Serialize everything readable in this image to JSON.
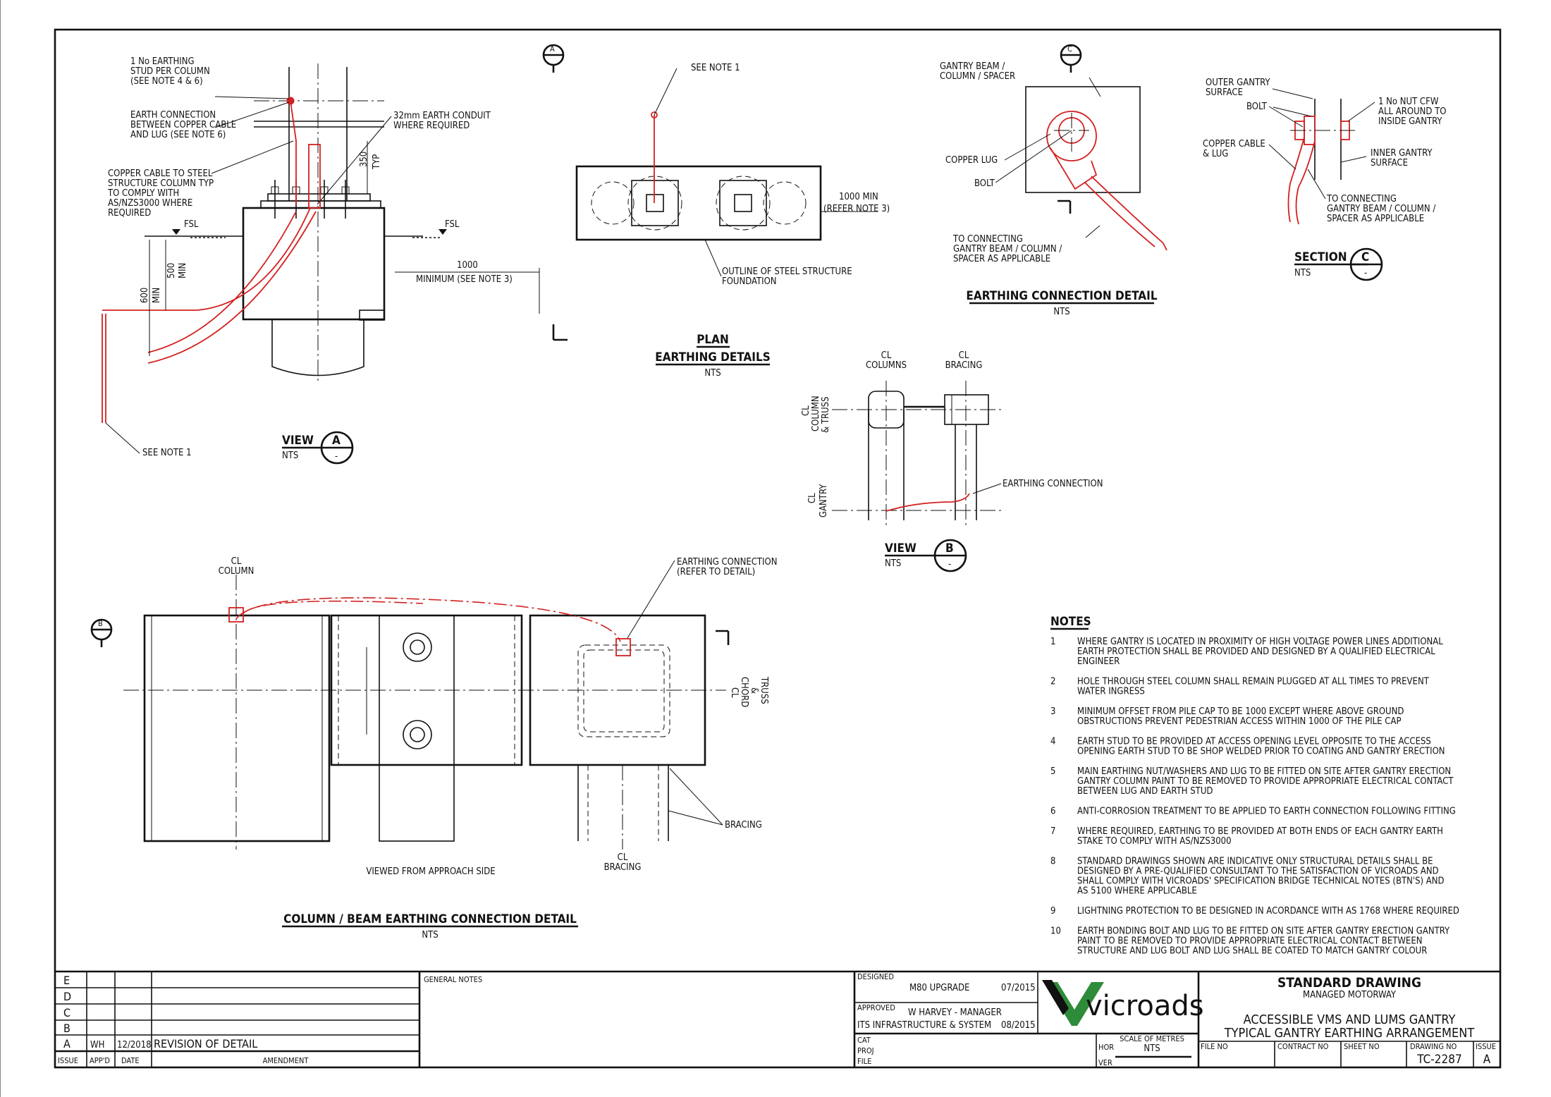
{
  "views": {
    "view_a": {
      "title": "VIEW",
      "mark": "A",
      "scale": "NTS",
      "callouts": [
        "1 No EARTHING",
        "STUD PER COLUMN",
        "(SEE NOTE 4 & 6)",
        "EARTH CONNECTION",
        "BETWEEN COPPER CABLE",
        "AND LUG (SEE NOTE 6)",
        "COPPER CABLE TO STEEL",
        "STRUCTURE COLUMN TYP",
        "TO COMPLY WITH",
        "AS/NZS3000 WHERE",
        "REQUIRED",
        "32mm EARTH CONDUIT",
        "WHERE REQUIRED",
        "SEE NOTE 1"
      ],
      "dims": {
        "d350": "350",
        "typ": "TYP",
        "fsl": "FSL",
        "d500": "500",
        "min": "MIN",
        "d600": "600",
        "d1000": "1000",
        "min_note": "MINIMUM (SEE NOTE 3)"
      }
    },
    "plan": {
      "title": "PLAN",
      "subtitle": "EARTHING DETAILS",
      "scale": "NTS",
      "see_note": "SEE NOTE 1",
      "dim1": "1000 MIN",
      "dim2": "(REFER NOTE 3)",
      "outline1": "OUTLINE OF STEEL STRUCTURE",
      "outline2": "FOUNDATION",
      "section_mark": "A"
    },
    "earthing_detail": {
      "title": "EARTHING CONNECTION DETAIL",
      "scale": "NTS",
      "label1": "GANTRY BEAM /",
      "label2": "COLUMN /  SPACER",
      "copper_lug": "COPPER LUG",
      "bolt": "BOLT",
      "to1": "TO CONNECTING",
      "to2": "GANTRY BEAM / COLUMN /",
      "to3": "SPACER AS APPLICABLE",
      "section_mark": "C"
    },
    "section_c": {
      "title": "SECTION",
      "mark": "C",
      "scale": "NTS",
      "outer1": "OUTER GANTRY",
      "outer2": "SURFACE",
      "bolt": "BOLT",
      "cable1": "COPPER CABLE",
      "cable2": "& LUG",
      "nut1": "1 No NUT CFW",
      "nut2": "ALL AROUND TO",
      "nut3": "INSIDE GANTRY",
      "inner1": "INNER GANTRY",
      "inner2": "SURFACE",
      "to1": "TO CONNECTING",
      "to2": "GANTRY BEAM / COLUMN /",
      "to3": "SPACER AS APPLICABLE"
    },
    "view_b": {
      "title": "VIEW",
      "mark": "B",
      "scale": "NTS",
      "cl": "CL",
      "columns": "COLUMNS",
      "bracing": "BRACING",
      "cl_col_truss": [
        "CL",
        "COLUMN",
        "& TRUSS"
      ],
      "cl_gantry": [
        "CL",
        "GANTRY"
      ],
      "earthing": "EARTHING CONNECTION"
    },
    "column_beam": {
      "title": "COLUMN / BEAM EARTHING CONNECTION DETAIL",
      "scale": "NTS",
      "cl": "CL",
      "column": "COLUMN",
      "earth1": "EARTHING CONNECTION",
      "earth2": "(REFER TO DETAIL)",
      "chord": [
        "CL",
        "CHORD",
        "&",
        "TRUSS"
      ],
      "bracing": "BRACING",
      "cl_bracing": "BRACING",
      "viewed": "VIEWED FROM APPROACH SIDE",
      "section_mark": "B"
    }
  },
  "notes": {
    "heading": "NOTES",
    "items": [
      {
        "n": "1",
        "lines": [
          "WHERE GANTRY IS LOCATED IN PROXIMITY OF HIGH VOLTAGE POWER LINES ADDITIONAL",
          "EARTH PROTECTION SHALL BE PROVIDED AND DESIGNED BY A QUALIFIED ELECTRICAL",
          "ENGINEER"
        ]
      },
      {
        "n": "2",
        "lines": [
          "HOLE THROUGH STEEL COLUMN SHALL REMAIN PLUGGED AT ALL TIMES TO PREVENT",
          "WATER INGRESS"
        ]
      },
      {
        "n": "3",
        "lines": [
          "MINIMUM OFFSET FROM PILE CAP TO BE 1000 EXCEPT WHERE ABOVE GROUND",
          "OBSTRUCTIONS PREVENT PEDESTRIAN ACCESS WITHIN 1000 OF THE PILE CAP"
        ]
      },
      {
        "n": "4",
        "lines": [
          "EARTH STUD TO BE PROVIDED AT ACCESS OPENING LEVEL OPPOSITE TO THE ACCESS",
          "OPENING EARTH STUD TO BE SHOP WELDED PRIOR TO COATING AND GANTRY ERECTION"
        ]
      },
      {
        "n": "5",
        "lines": [
          "MAIN EARTHING NUT/WASHERS AND LUG TO BE FITTED ON SITE AFTER GANTRY ERECTION",
          "GANTRY COLUMN PAINT TO BE REMOVED TO PROVIDE APPROPRIATE ELECTRICAL CONTACT",
          "BETWEEN LUG AND EARTH STUD"
        ]
      },
      {
        "n": "6",
        "lines": [
          "ANTI-CORROSION TREATMENT TO BE APPLIED TO EARTH CONNECTION FOLLOWING FITTING"
        ]
      },
      {
        "n": "7",
        "lines": [
          "WHERE REQUIRED, EARTHING TO BE PROVIDED AT BOTH ENDS OF EACH GANTRY EARTH",
          "STAKE TO COMPLY WITH AS/NZS3000"
        ]
      },
      {
        "n": "8",
        "lines": [
          "STANDARD DRAWINGS SHOWN ARE INDICATIVE ONLY STRUCTURAL DETAILS SHALL BE",
          "DESIGNED BY A PRE-QUALIFIED CONSULTANT TO THE SATISFACTION OF VICROADS AND",
          "SHALL COMPLY WITH VICROADS' SPECIFICATION BRIDGE TECHNICAL NOTES (BTN'S) AND",
          "AS 5100 WHERE APPLICABLE"
        ]
      },
      {
        "n": "9",
        "lines": [
          "LIGHTNING PROTECTION TO BE DESIGNED IN ACORDANCE WITH AS 1768 WHERE REQUIRED"
        ]
      },
      {
        "n": "10",
        "lines": [
          "EARTH BONDING BOLT AND LUG TO BE FITTED ON SITE AFTER GANTRY ERECTION GANTRY",
          "PAINT TO BE REMOVED TO PROVIDE APPROPRIATE ELECTRICAL CONTACT BETWEEN",
          "STRUCTURE AND LUG BOLT AND LUG SHALL BE COATED TO MATCH GANTRY COLOUR"
        ]
      }
    ]
  },
  "title_block": {
    "revisions": [
      {
        "issue": "E",
        "appd": "",
        "date": "",
        "amendment": ""
      },
      {
        "issue": "D",
        "appd": "",
        "date": "",
        "amendment": ""
      },
      {
        "issue": "C",
        "appd": "",
        "date": "",
        "amendment": ""
      },
      {
        "issue": "B",
        "appd": "",
        "date": "",
        "amendment": ""
      },
      {
        "issue": "A",
        "appd": "WH",
        "date": "12/2018",
        "amendment": "REVISION OF DETAIL"
      }
    ],
    "rev_headers": {
      "issue": "ISSUE",
      "appd": "APP'D",
      "date": "DATE",
      "amendment": "AMENDMENT"
    },
    "general_notes": "GENERAL NOTES",
    "designed_label": "DESIGNED",
    "designed_value": "M80 UPGRADE",
    "designed_date": "07/2015",
    "approved_label": "APPROVED",
    "approved_value": "W HARVEY - MANAGER",
    "approved_org": "ITS INFRASTRUCTURE & SYSTEM",
    "approved_date": "08/2015",
    "cat": "CAT",
    "proj": "PROJ",
    "file": "FILE",
    "hor": "HOR",
    "ver": "VER",
    "scale_label": "SCALE OF METRES",
    "scale_value": "NTS",
    "logo_text": "vicroads",
    "std_title": "STANDARD DRAWING",
    "std_subtitle": "MANAGED MOTORWAY",
    "dwg_title1": "ACCESSIBLE VMS AND LUMS GANTRY",
    "dwg_title2": "TYPICAL GANTRY EARTHING ARRANGEMENT",
    "file_no": "FILE NO",
    "contract_no": "CONTRACT NO",
    "sheet_no": "SHEET NO",
    "drawing_no_label": "DRAWING NO",
    "drawing_no": "TC-2287",
    "issue_label": "ISSUE",
    "issue": "A",
    "brand_green": "#2e8b3a"
  }
}
